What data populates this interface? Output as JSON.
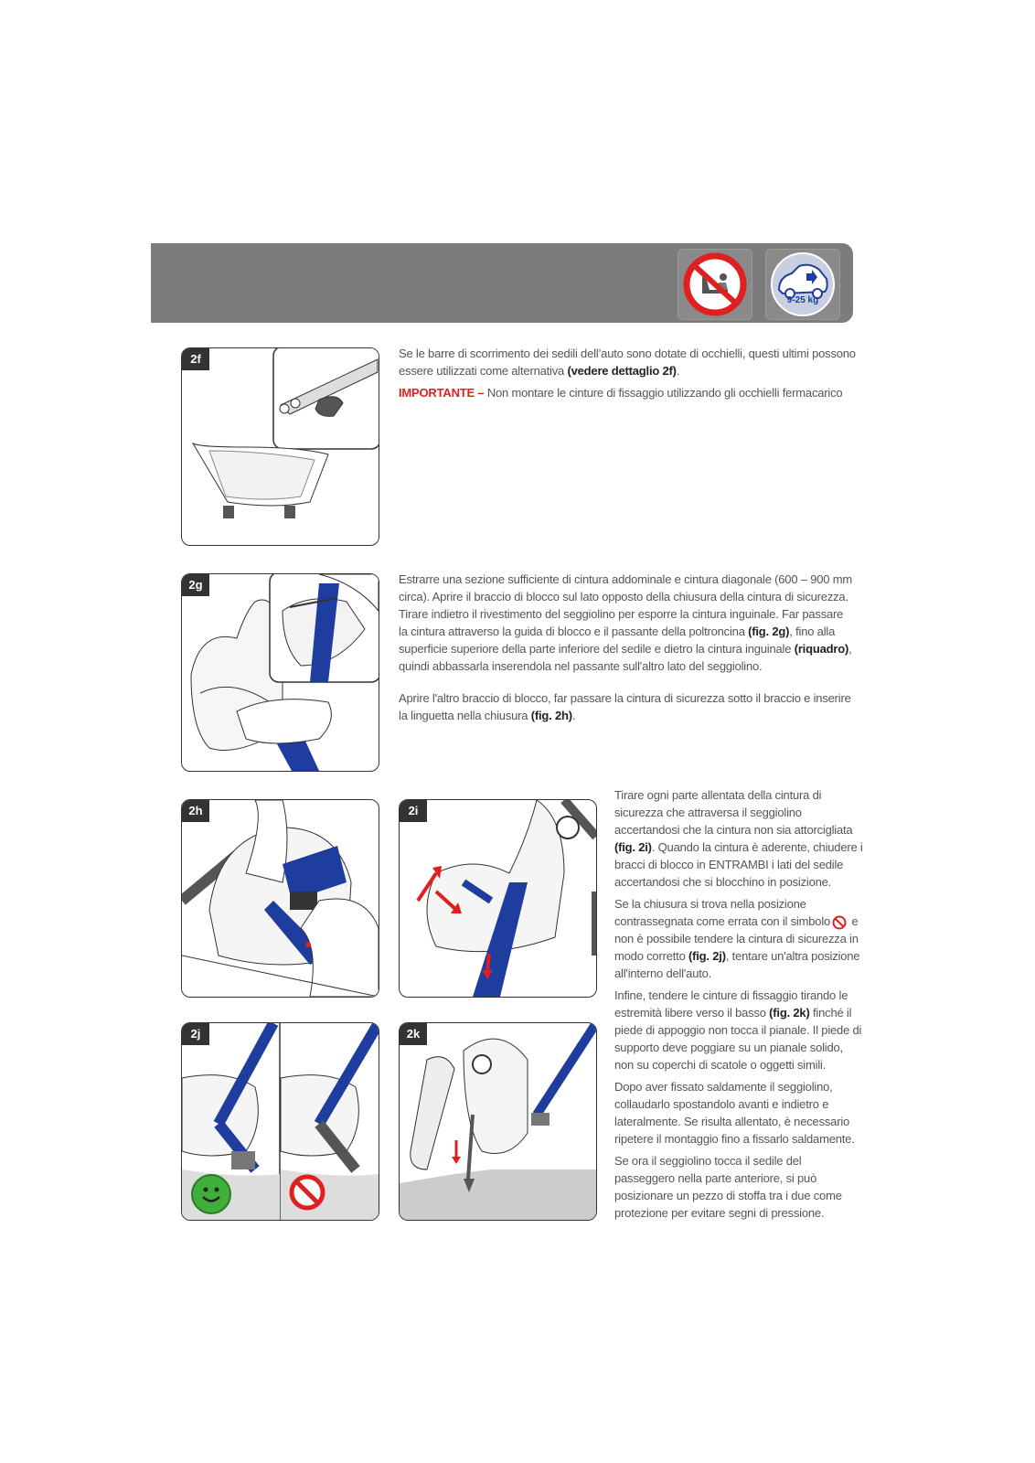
{
  "header": {
    "weight_badge": "9-25 kg"
  },
  "figures": {
    "f2f": "2f",
    "f2g": "2g",
    "f2h": "2h",
    "f2i": "2i",
    "f2j": "2j",
    "f2k": "2k"
  },
  "text": {
    "s2f_p1_a": "Se le barre di scorrimento dei sedili dell’auto sono dotate di occhielli, questi ultimi possono essere utilizzati come alternativa ",
    "s2f_p1_b": "(vedere dettaglio 2f)",
    "s2f_p1_c": ".",
    "s2f_important_label": "IMPORTANTE –",
    "s2f_important_text": " Non montare le cinture di fissaggio utilizzando gli occhielli fermacarico",
    "s2g_p1_a": "Estrarre una sezione sufficiente di cintura addominale e cintura diagonale (600 – 900 mm circa). Aprire il braccio di blocco sul lato opposto della chiusura della cintura di sicurezza. Tirare indietro il rivestimento del seggiolino per esporre la cintura inguinale. Far passare la cintura attraverso la guida di blocco e il passante della poltroncina ",
    "s2g_p1_b": "(fig. 2g)",
    "s2g_p1_c": ", fino alla superficie superiore della parte inferiore del sedile e dietro la cintura inguinale ",
    "s2g_p1_d": "(riquadro)",
    "s2g_p1_e": ", quindi abbassarla inserendola nel passante sull'altro lato del seggiolino.",
    "s2g_p2_a": "Aprire l'altro braccio di blocco, far passare la cintura di sicurezza sotto il braccio e inserire la linguetta nella chiusura ",
    "s2g_p2_b": "(fig. 2h)",
    "s2g_p2_c": ".",
    "s2i_p1_a": "Tirare ogni parte allentata della cintura di sicurezza che attraversa il seggiolino accertandosi che la cintura non sia attorcigliata ",
    "s2i_p1_b": "(fig. 2i)",
    "s2i_p1_c": ". Quando la cintura è aderente, chiudere i bracci di blocco in ENTRAMBI i lati del sedile accertandosi che si blocchino in posizione.",
    "s2i_p2_a": "Se la chiusura si trova nella posizione contrassegnata come errata con il simbolo",
    "s2i_p2_b": " e non è possibile tendere la cintura di sicurezza in modo corretto ",
    "s2i_p2_c": "(fig. 2j)",
    "s2i_p2_d": ", tentare un'altra posizione all'interno dell'auto.",
    "s2i_p3_a": "Infine, tendere le cinture di fissaggio tirando le estremità libere verso il basso ",
    "s2i_p3_b": "(fig. 2k)",
    "s2i_p3_c": " finché il piede di appoggio non tocca il pianale. Il piede di supporto deve poggiare su un pianale solido, non su coperchi di scatole o oggetti simili.",
    "s2i_p4": "Dopo aver fissato saldamente il seggiolino, collaudarlo spostandolo avanti e indietro e lateralmente. Se risulta allentato, è necessario ripetere il montaggio fino a fissarlo saldamente.",
    "s2i_p5": "Se ora il seggiolino tocca il sedile del passeggero nella parte anteriore, si può posizionare un pezzo di stoffa tra i due come protezione per evitare segni di pressione."
  },
  "colors": {
    "header_gray": "#7b7c7e",
    "belt_blue": "#1f3d9e",
    "warning_red": "#e02020",
    "ok_green": "#3fae3a"
  }
}
